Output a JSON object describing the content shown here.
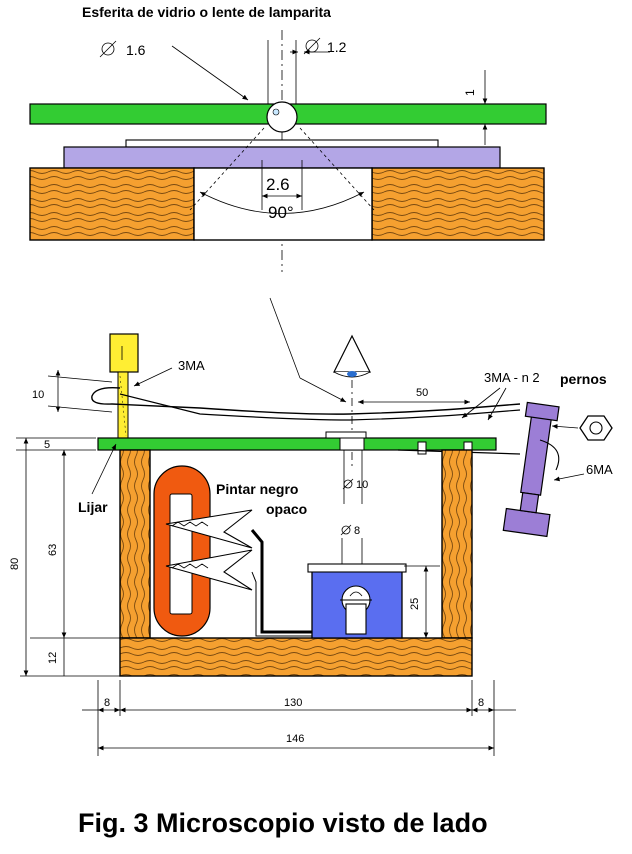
{
  "labels": {
    "top_caption": "Esferita de vidrio o lente de lamparita",
    "dia_16": "1.6",
    "dia_12": "1.2",
    "dim_1": "1",
    "dim_26": "2.6",
    "angle_90": "90°",
    "label_3ma": "3MA",
    "label_3ma_n2": "3MA - n 2",
    "label_pernos": "pernos",
    "dim_10_left": "10",
    "dim_50": "50",
    "dim_5": "5",
    "label_lijar": "Lijar",
    "label_pintar_1": "Pintar negro",
    "label_pintar_2": "opaco",
    "dia_10": "10",
    "label_6ma": "6MA",
    "dia_8": "8",
    "dim_80": "80",
    "dim_63": "63",
    "dim_12": "12",
    "dim_25": "25",
    "dim_8_left": "8",
    "dim_130": "130",
    "dim_8_right": "8",
    "dim_146": "146",
    "figure_title": "Fig. 3 Microscopio visto de lado"
  },
  "colors": {
    "plate_green": "#33cc33",
    "base_lavender": "#b3a6e6",
    "wood_orange": "#f5a030",
    "wood_grain": "#7a4a10",
    "clip_orange": "#f05a10",
    "cup_blue": "#5a6ef0",
    "bolt_purple": "#9c7ed6",
    "pin_yellow": "#ffee33"
  }
}
